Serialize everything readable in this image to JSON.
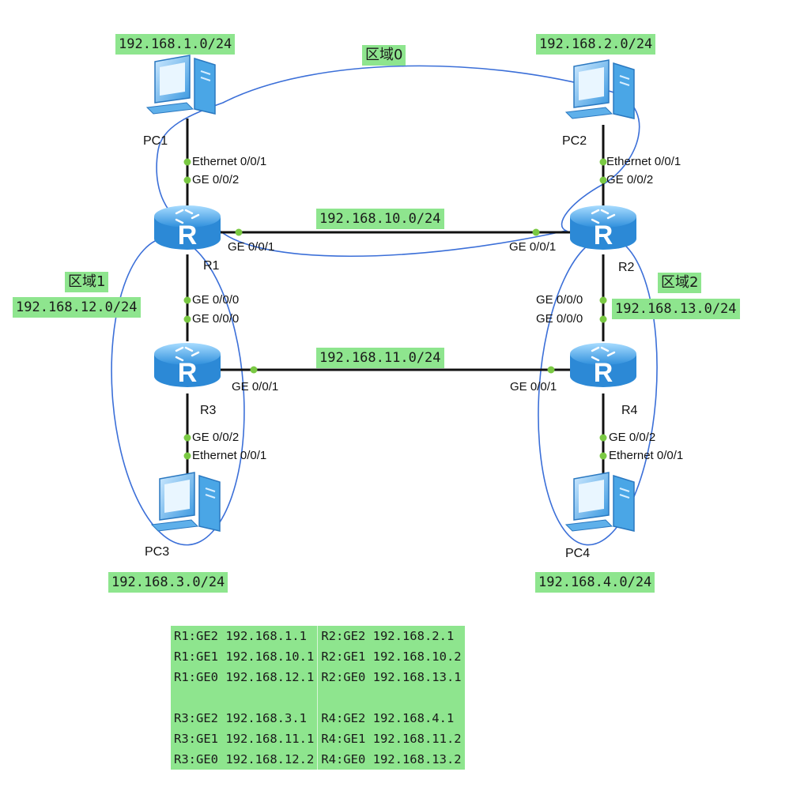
{
  "networks": {
    "pc1": "192.168.1.0/24",
    "pc2": "192.168.2.0/24",
    "pc3": "192.168.3.0/24",
    "pc4": "192.168.4.0/24",
    "r1_r2": "192.168.10.0/24",
    "r3_r4": "192.168.11.0/24",
    "r1_r3": "192.168.12.0/24",
    "r2_r4": "192.168.13.0/24"
  },
  "areas": {
    "area0": "区域0",
    "area1": "区域1",
    "area2": "区域2"
  },
  "devices": {
    "pc1": "PC1",
    "pc2": "PC2",
    "pc3": "PC3",
    "pc4": "PC4",
    "r1": "R1",
    "r2": "R2",
    "r3": "R3",
    "r4": "R4"
  },
  "ports": {
    "pc1_eth": "Ethernet 0/0/1",
    "r1_ge2": "GE 0/0/2",
    "pc2_eth": "Ethernet 0/0/1",
    "r2_ge2": "GE 0/0/2",
    "r1_ge1": "GE 0/0/1",
    "r2_ge1": "GE 0/0/1",
    "r1_ge0": "GE 0/0/0",
    "r3_ge0": "GE 0/0/0",
    "r2_ge0": "GE 0/0/0",
    "r4_ge0": "GE 0/0/0",
    "r3_ge1": "GE 0/0/1",
    "r4_ge1": "GE 0/0/1",
    "r3_ge2": "GE 0/0/2",
    "pc3_eth": "Ethernet 0/0/1",
    "r4_ge2": "GE 0/0/2",
    "pc4_eth": "Ethernet 0/0/1"
  },
  "ip_table": [
    [
      "R1:GE2 192.168.1.1",
      "R2:GE2 192.168.2.1"
    ],
    [
      "R1:GE1 192.168.10.1",
      "R2:GE1 192.168.10.2"
    ],
    [
      "R1:GE0 192.168.12.1",
      "R2:GE0 192.168.13.1"
    ],
    [
      "",
      ""
    ],
    [
      "R3:GE2 192.168.3.1",
      "R4:GE2 192.168.4.1"
    ],
    [
      "R3:GE1 192.168.11.1",
      "R4:GE1 192.168.11.2"
    ],
    [
      "R3:GE0 192.168.12.2",
      "R4:GE0 192.168.13.2"
    ]
  ],
  "colors": {
    "label_bg": "#8ee58e",
    "link": "#111111",
    "port_dot": "#7ac943",
    "area_outline": "#3b6fd8",
    "device_blue": "#3aa0e8"
  }
}
